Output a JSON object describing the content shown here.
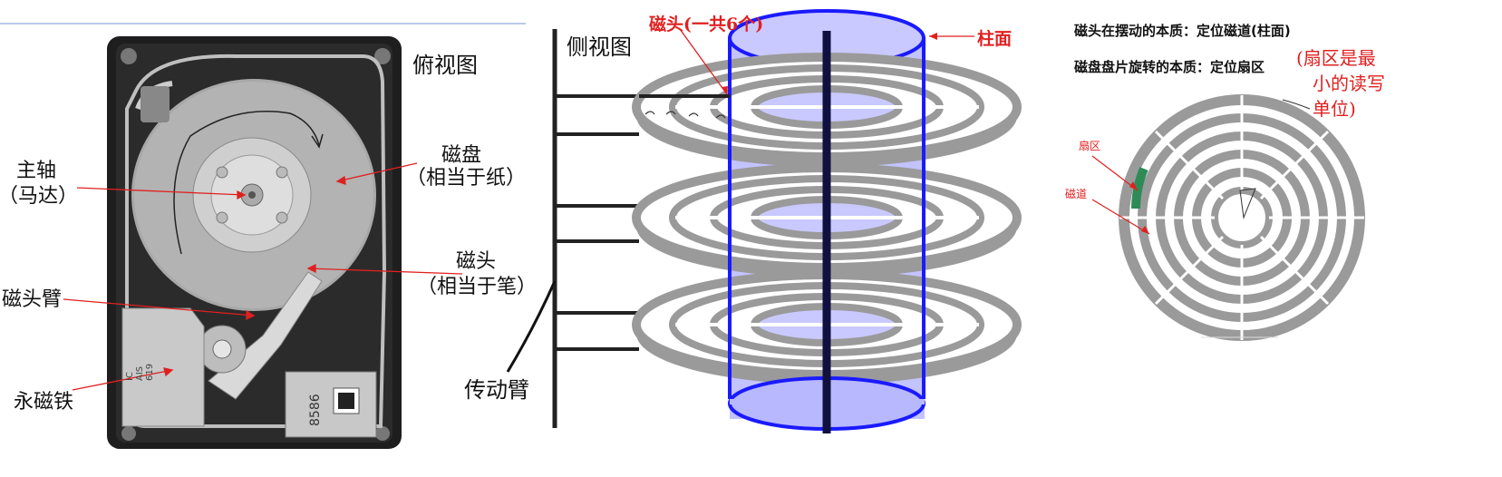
{
  "top_view": {
    "title": "俯视图",
    "spindle": {
      "line1": "主轴",
      "line2": "（马达）"
    },
    "platter": {
      "line1": "磁盘",
      "line2": "（相当于纸）"
    },
    "head": {
      "line1": "磁头",
      "line2": "（相当于笔）"
    },
    "arm": "磁头臂",
    "magnet": "永磁铁",
    "label_left": "IC\nAIS\n619",
    "label_right": "8586"
  },
  "side_view": {
    "title": "侧视图",
    "heads_note": "磁头(一共6个)",
    "cylinder": "柱面",
    "actuator": "传动臂"
  },
  "right_view": {
    "head_essence": "磁头在摆动的本质：定位磁道(柱面)",
    "platter_essence": "磁盘盘片旋转的本质：定位扇区",
    "sector_note_1": "(扇区是最",
    "sector_note_2": "小的读写",
    "sector_note_3": "单位)",
    "sector": "扇区",
    "track": "磁道"
  },
  "colors": {
    "cylinder_fill": "#b8b8ff",
    "cylinder_edge": "#1a1aff",
    "platter_gray": "#9a9a9a",
    "sector_green": "#2e8b57",
    "annotation_red": "#e02020"
  }
}
